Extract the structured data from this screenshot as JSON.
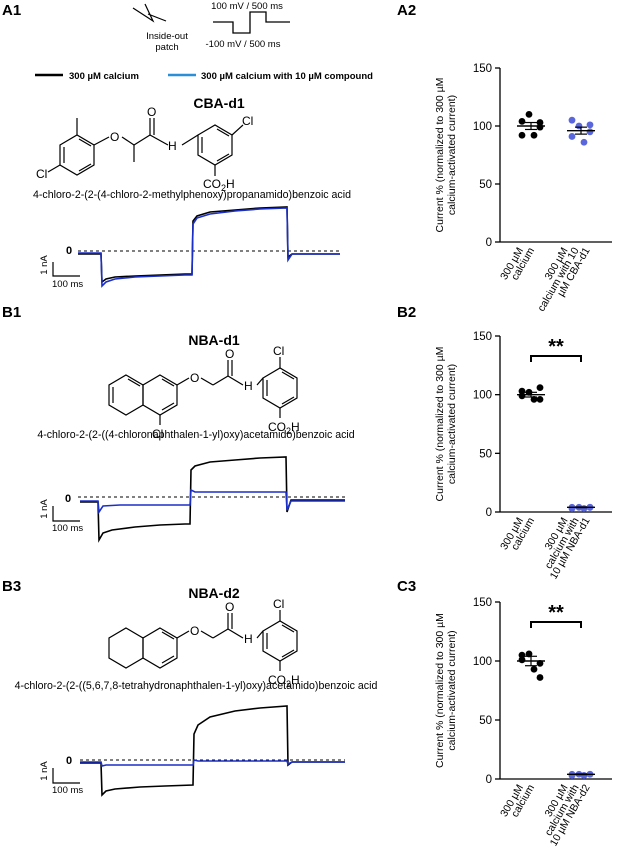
{
  "colors": {
    "control": "#000000",
    "compound": "#2a3fd6",
    "compound_trace": "#1b2fc9",
    "compound_dots": "#5a66db"
  },
  "header": {
    "patch_label": [
      "Inside-out",
      "patch"
    ],
    "protocol_top": "100 mV / 500 ms",
    "protocol_bottom": "-100 mV / 500 ms"
  },
  "legend": {
    "control": "300 µM calcium",
    "compound": "300 µM calcium with 10 µM compound"
  },
  "panels": [
    {
      "id": "A1",
      "label": "A1",
      "compound": "CBA-d1",
      "iupac": "4-chloro-2-(2-(4-chloro-2-methylphenoxy)propanamido)benzoic acid",
      "zero_label": "0",
      "scale_y": "1 nA",
      "scale_x": "100 ms"
    },
    {
      "id": "B1",
      "label": "B1",
      "compound": "NBA-d1",
      "iupac": "4-chloro-2-(2-((4-chloronaphthalen-1-yl)oxy)acetamido)benzoic acid",
      "zero_label": "0",
      "scale_y": "1 nA",
      "scale_x": "100 ms"
    },
    {
      "id": "B3",
      "label": "B3",
      "compound": "NBA-d2",
      "iupac": "4-chloro-2-(2-((5,6,7,8-tetrahydronaphthalen-1-yl)oxy)acetamido)benzoic acid",
      "zero_label": "0",
      "scale_y": "1 nA",
      "scale_x": "100 ms"
    }
  ],
  "atoms": {
    "cl": "Cl",
    "o": "O",
    "h": "H",
    "co2h": "CO",
    "sub2": "2",
    "co2h_end": "H"
  },
  "chart_data": [
    {
      "id": "A2",
      "label": "A2",
      "type": "scatter",
      "ylabel": [
        "Current % (normalized to 300 µM",
        "calcium-activated current)"
      ],
      "ylim": [
        0,
        150
      ],
      "yticks": [
        0,
        50,
        100,
        150
      ],
      "categories": [
        [
          "300 µM",
          "calcium"
        ],
        [
          "300 µM",
          "calcium with 10",
          "µM CBA-d1"
        ]
      ],
      "series": [
        {
          "values": [
            104,
            110,
            99,
            92,
            92,
            103
          ],
          "mean": 100,
          "sem": 3
        },
        {
          "values": [
            105,
            100,
            95,
            91,
            86,
            101
          ],
          "mean": 96,
          "sem": 3
        }
      ],
      "significance": ""
    },
    {
      "id": "B2",
      "label": "B2",
      "type": "scatter",
      "ylabel": [
        "Current % (normalized to 300 µM",
        "calcium-activated current)"
      ],
      "ylim": [
        0,
        150
      ],
      "yticks": [
        0,
        50,
        100,
        150
      ],
      "categories": [
        [
          "300 µM",
          "calcium"
        ],
        [
          "300 µM",
          "calcium with",
          "10 µM NBA-d1"
        ]
      ],
      "series": [
        {
          "values": [
            103,
            102,
            106,
            99,
            96,
            96
          ],
          "mean": 100,
          "sem": 2
        },
        {
          "values": [
            3,
            4,
            4,
            4,
            3,
            4
          ],
          "mean": 4,
          "sem": 0.3
        }
      ],
      "significance": "**"
    },
    {
      "id": "C3",
      "label": "C3",
      "type": "scatter",
      "ylabel": [
        "Current % (normalized to 300 µM",
        "calcium-activated current)"
      ],
      "ylim": [
        0,
        150
      ],
      "yticks": [
        0,
        50,
        100,
        150
      ],
      "categories": [
        [
          "300 µM",
          "calcium"
        ],
        [
          "300 µM",
          "calcium with",
          "10 µM NBA-d2"
        ]
      ],
      "series": [
        {
          "values": [
            105,
            106,
            98,
            101,
            93,
            86
          ],
          "mean": 100,
          "sem": 4
        },
        {
          "values": [
            3,
            4,
            4,
            4,
            3,
            4
          ],
          "mean": 4,
          "sem": 0.3
        }
      ],
      "significance": "**"
    }
  ]
}
